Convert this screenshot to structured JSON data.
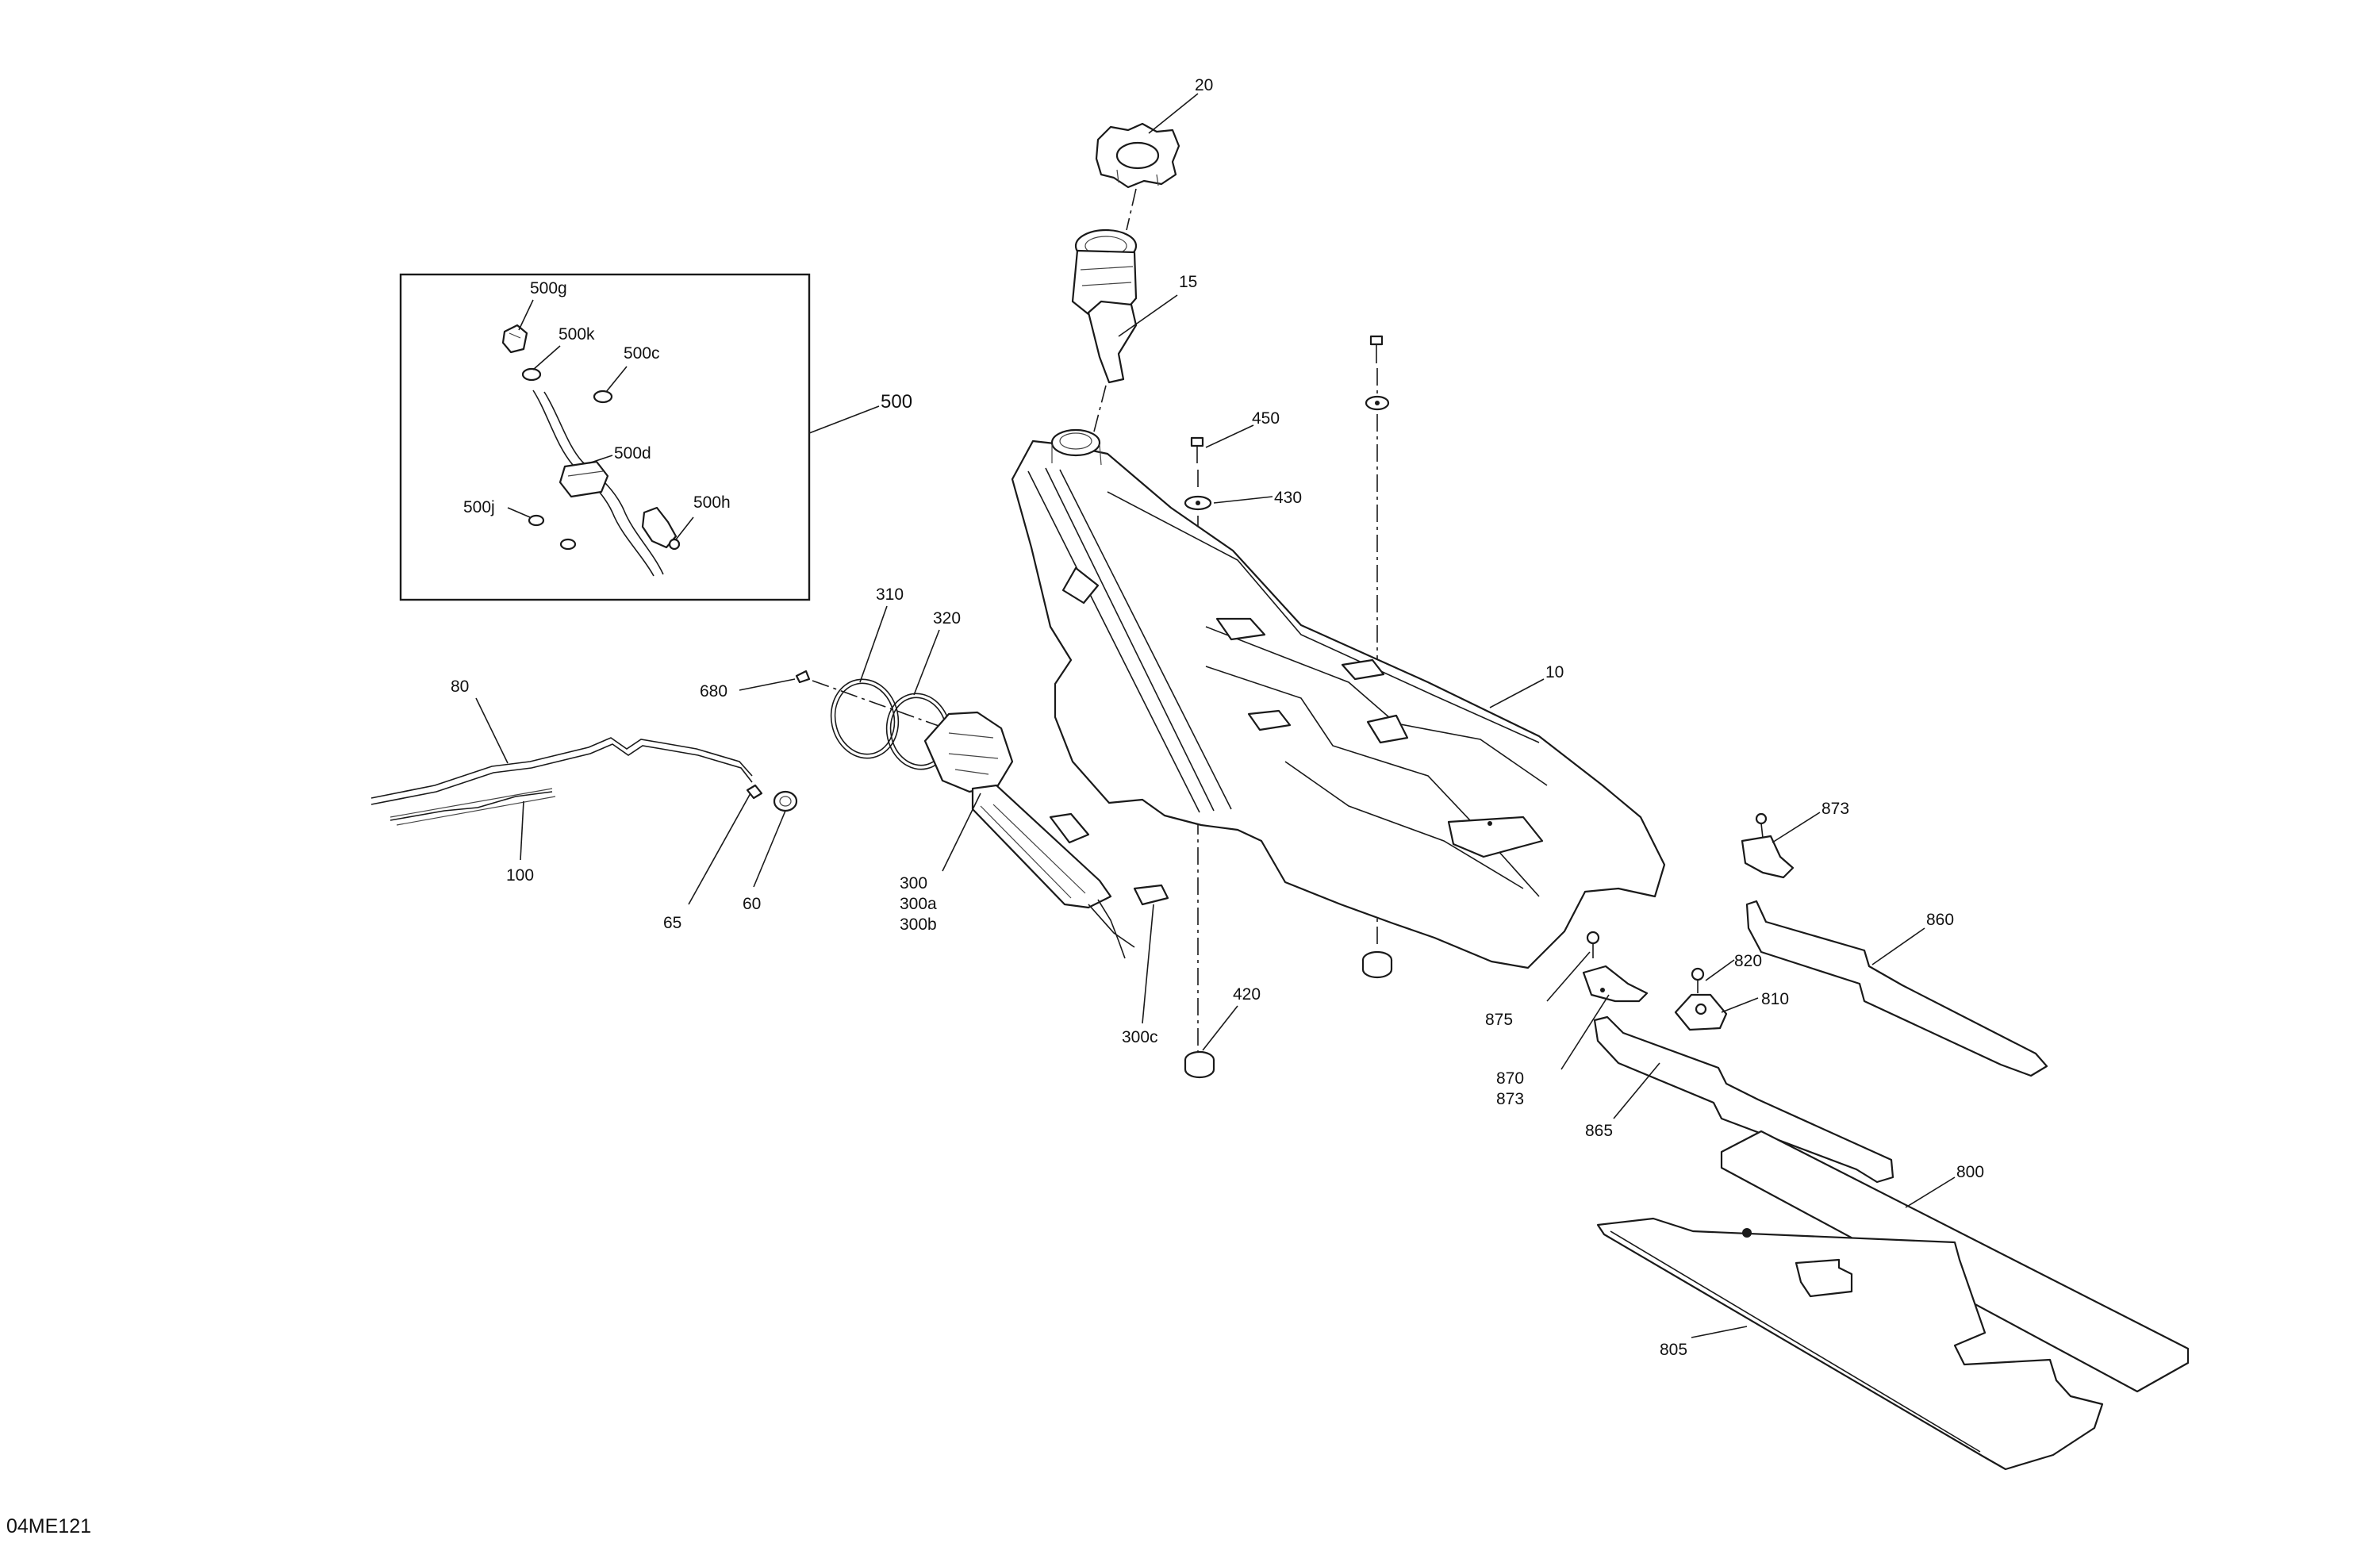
{
  "drawing_ref": "04ME121",
  "callouts": {
    "c20": "20",
    "c15": "15",
    "c450": "450",
    "c430": "430",
    "c10": "10",
    "c500": "500",
    "c500g": "500g",
    "c500k": "500k",
    "c500c": "500c",
    "c500d": "500d",
    "c500j": "500j",
    "c500h": "500h",
    "c310": "310",
    "c320": "320",
    "c680": "680",
    "c80": "80",
    "c100": "100",
    "c65": "65",
    "c60": "60",
    "c300": "300",
    "c300a": "300a",
    "c300b": "300b",
    "c300c": "300c",
    "c420": "420",
    "c873a": "873",
    "c860": "860",
    "c875": "875",
    "c820": "820",
    "c810": "810",
    "c870": "870",
    "c873b": "873",
    "c865": "865",
    "c800": "800",
    "c805": "805"
  }
}
